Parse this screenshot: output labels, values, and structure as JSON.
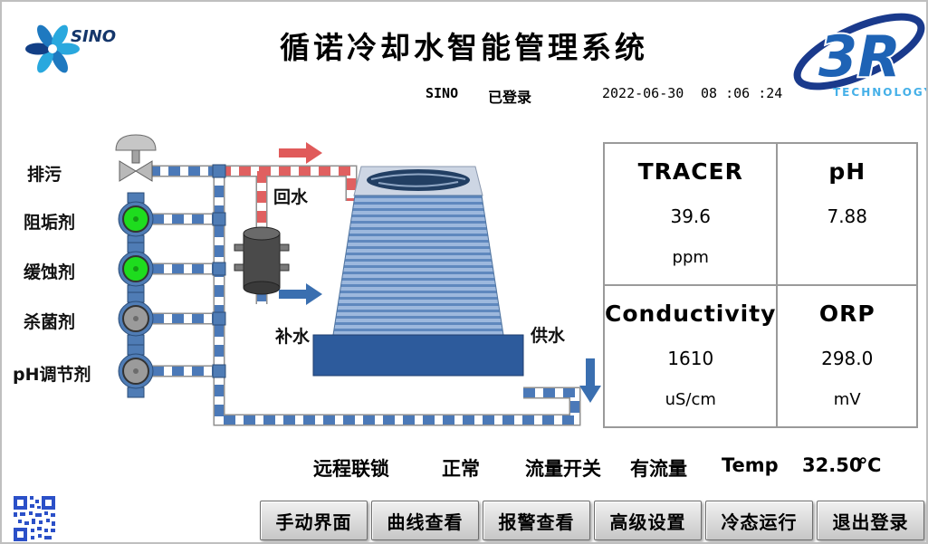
{
  "header": {
    "title": "循诺冷却水智能管理系统",
    "logo_left_text": "SINO",
    "logo_right_text": "3R",
    "logo_right_sub": "TECHNOLOGY",
    "user": "SINO",
    "login_status": "已登录",
    "date": "2022-06-30",
    "time": "08 :06 :24"
  },
  "diagram": {
    "labels": {
      "blowdown": "排污",
      "scale_inhibitor": "阻垢剂",
      "corrosion_inhibitor": "缓蚀剂",
      "biocide": "杀菌剂",
      "ph_regulator": "pH调节剂",
      "return_water": "回水",
      "makeup_water": "补水",
      "supply_water": "供水"
    },
    "pumps": [
      {
        "name": "scale-inhibitor-pump",
        "state": "running",
        "color": "#1edc1e"
      },
      {
        "name": "corrosion-inhibitor-pump",
        "state": "running",
        "color": "#1edc1e"
      },
      {
        "name": "biocide-pump",
        "state": "stopped",
        "color": "#9b9b9b"
      },
      {
        "name": "ph-regulator-pump",
        "state": "stopped",
        "color": "#9b9b9b"
      }
    ],
    "colors": {
      "return_pipe": "#e06060",
      "supply_pipe": "#4b79b8"
    }
  },
  "measurements": [
    {
      "name": "TRACER",
      "value": "39.6",
      "unit": "ppm"
    },
    {
      "name": "pH",
      "value": "7.88",
      "unit": ""
    },
    {
      "name": "Conductivity",
      "value": "1610",
      "unit": "uS/cm"
    },
    {
      "name": "ORP",
      "value": "298.0",
      "unit": "mV"
    }
  ],
  "status": {
    "interlock_label": "远程联锁",
    "interlock_value": "正常",
    "flow_label": "流量开关",
    "flow_value": "有流量",
    "temp_label": "Temp",
    "temp_value": "32.50",
    "temp_unit": "℃"
  },
  "buttons": [
    "手动界面",
    "曲线查看",
    "报警查看",
    "高级设置",
    "冷态运行",
    "退出登录"
  ]
}
